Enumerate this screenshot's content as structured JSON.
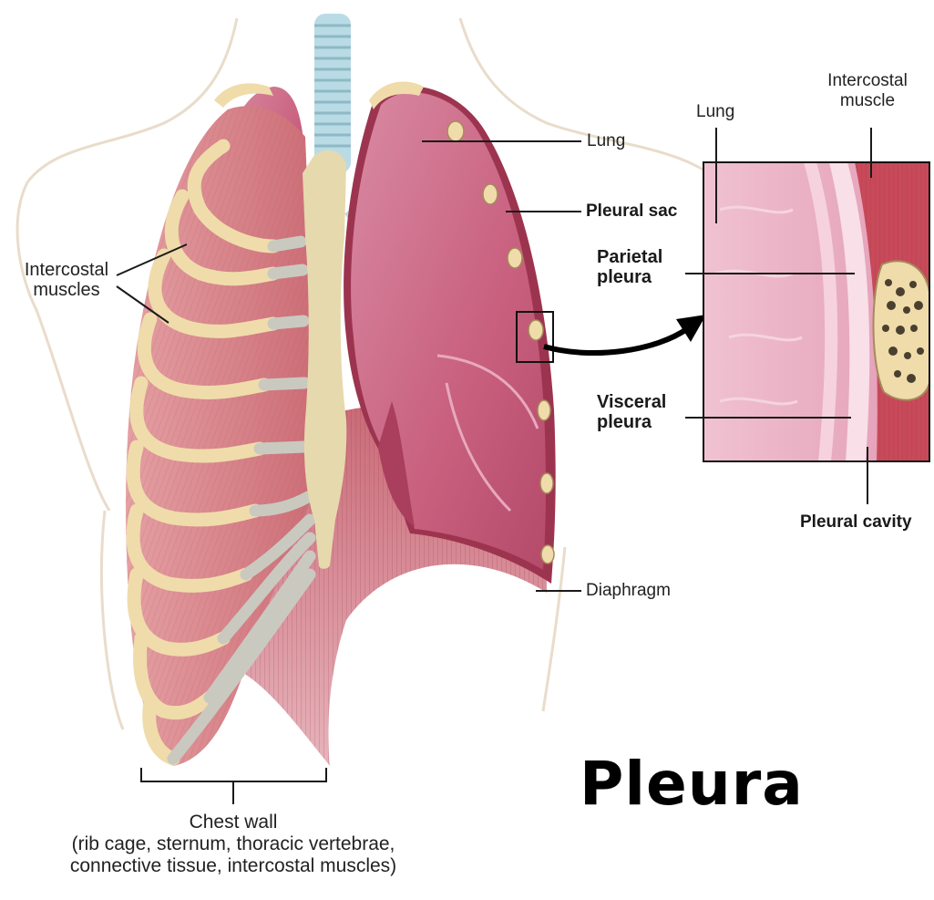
{
  "title": "Pleura",
  "labels": {
    "lung": "Lung",
    "pleural_sac": "Pleural sac",
    "intercostal_muscles_1": "Intercostal",
    "intercostal_muscles_2": "muscles",
    "diaphragm": "Diaphragm",
    "chest_wall_1": "Chest wall",
    "chest_wall_2": "(rib cage, sternum, thoracic vertebrae,",
    "chest_wall_3": "connective tissue, intercostal muscles)"
  },
  "inset_labels": {
    "lung": "Lung",
    "intercostal_muscle_1": "Intercostal",
    "intercostal_muscle_2": "muscle",
    "parietal_pleura_1": "Parietal",
    "parietal_pleura_2": "pleura",
    "visceral_pleura_1": "Visceral",
    "visceral_pleura_2": "pleura",
    "pleural_cavity": "Pleural cavity"
  },
  "colors": {
    "lung": "#c8607e",
    "lung_light": "#dc8fa6",
    "muscle": "#d8848a",
    "muscle_dark": "#b7505c",
    "rib": "#efdcaa",
    "cartilage": "#c9c9c0",
    "sternum": "#e6d9ad",
    "trachea": "#b9dbe6",
    "skin_outline": "#e9dccb",
    "inset_pink": "#ecb1c4"
  }
}
